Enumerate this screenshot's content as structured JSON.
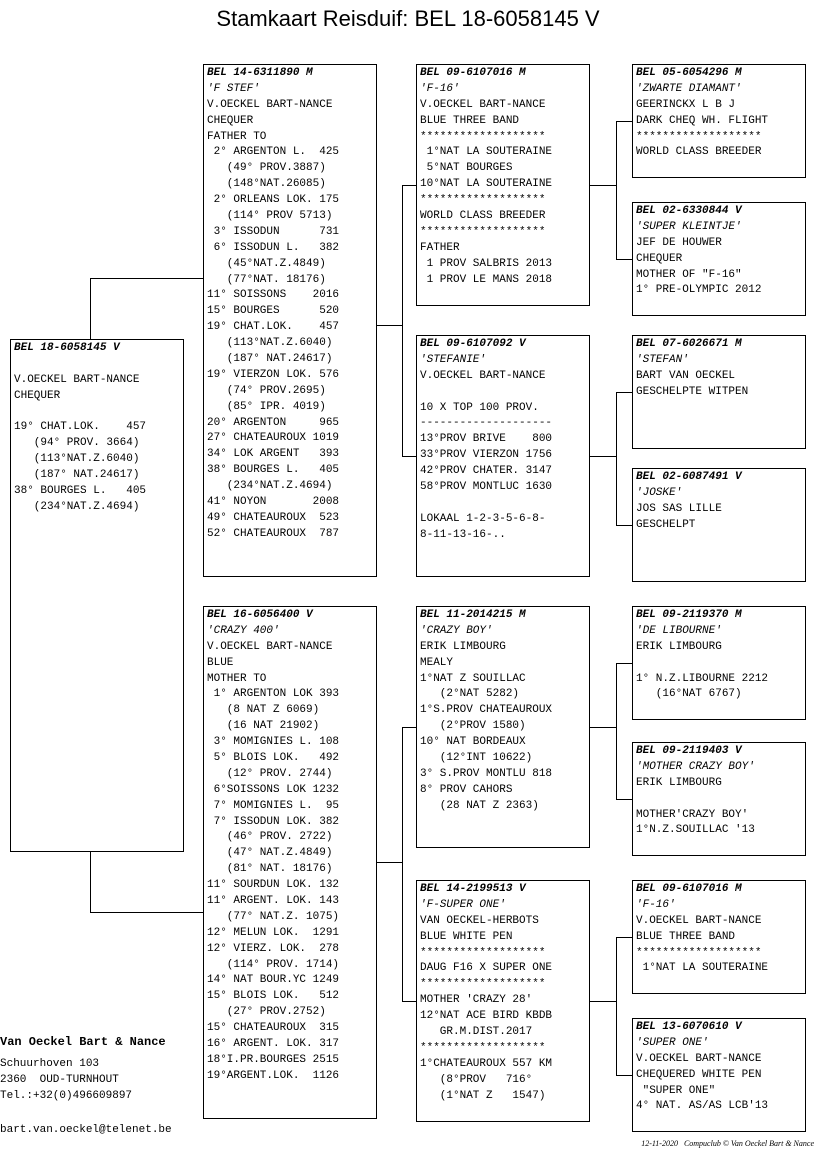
{
  "title": "Stamkaart Reisduif: BEL 18-6058145 V",
  "boxes": [
    {
      "id": "subject",
      "lines": [
        {
          "t": "BEL 18-6058145 V",
          "s": "bi"
        },
        {
          "t": ""
        },
        {
          "t": "V.OECKEL BART-NANCE"
        },
        {
          "t": "CHEQUER"
        },
        {
          "t": ""
        },
        {
          "t": "19° CHAT.LOK.    457"
        },
        {
          "t": "   (94° PROV. 3664)"
        },
        {
          "t": "   (113°NAT.Z.6040)"
        },
        {
          "t": "   (187° NAT.24617)"
        },
        {
          "t": "38° BOURGES L.   405"
        },
        {
          "t": "   (234°NAT.Z.4694)"
        }
      ]
    },
    {
      "id": "father",
      "lines": [
        {
          "t": "BEL 14-6311890 M",
          "s": "bi"
        },
        {
          "t": "'F STEF'",
          "s": "i"
        },
        {
          "t": "V.OECKEL BART-NANCE"
        },
        {
          "t": "CHEQUER"
        },
        {
          "t": "FATHER TO"
        },
        {
          "t": " 2° ARGENTON L.  425"
        },
        {
          "t": "   (49° PROV.3887)"
        },
        {
          "t": "   (148°NAT.26085)"
        },
        {
          "t": " 2° ORLEANS LOK. 175"
        },
        {
          "t": "   (114° PROV 5713)"
        },
        {
          "t": " 3° ISSODUN      731"
        },
        {
          "t": " 6° ISSODUN L.   382"
        },
        {
          "t": "   (45°NAT.Z.4849)"
        },
        {
          "t": "   (77°NAT. 18176)"
        },
        {
          "t": "11° SOISSONS    2016"
        },
        {
          "t": "15° BOURGES      520"
        },
        {
          "t": "19° CHAT.LOK.    457"
        },
        {
          "t": "   (113°NAT.Z.6040)"
        },
        {
          "t": "   (187° NAT.24617)"
        },
        {
          "t": "19° VIERZON LOK. 576"
        },
        {
          "t": "   (74° PROV.2695)"
        },
        {
          "t": "   (85° IPR. 4019)"
        },
        {
          "t": "20° ARGENTON     965"
        },
        {
          "t": "27° CHATEAUROUX 1019"
        },
        {
          "t": "34° LOK ARGENT   393"
        },
        {
          "t": "38° BOURGES L.   405"
        },
        {
          "t": "   (234°NAT.Z.4694)"
        },
        {
          "t": "41° NOYON       2008"
        },
        {
          "t": "49° CHATEAUROUX  523"
        },
        {
          "t": "52° CHATEAUROUX  787"
        }
      ]
    },
    {
      "id": "mother",
      "lines": [
        {
          "t": "BEL 16-6056400 V",
          "s": "bi"
        },
        {
          "t": "'CRAZY 400'",
          "s": "i"
        },
        {
          "t": "V.OECKEL BART-NANCE"
        },
        {
          "t": "BLUE"
        },
        {
          "t": "MOTHER TO"
        },
        {
          "t": " 1° ARGENTON LOK 393"
        },
        {
          "t": "   (8 NAT Z 6069)"
        },
        {
          "t": "   (16 NAT 21902)"
        },
        {
          "t": " 3° MOMIGNIES L. 108"
        },
        {
          "t": " 5° BLOIS LOK.   492"
        },
        {
          "t": "   (12° PROV. 2744)"
        },
        {
          "t": " 6°SOISSONS LOK 1232"
        },
        {
          "t": " 7° MOMIGNIES L.  95"
        },
        {
          "t": " 7° ISSODUN LOK. 382"
        },
        {
          "t": "   (46° PROV. 2722)"
        },
        {
          "t": "   (47° NAT.Z.4849)"
        },
        {
          "t": "   (81° NAT. 18176)"
        },
        {
          "t": "11° SOURDUN LOK. 132"
        },
        {
          "t": "11° ARGENT. LOK. 143"
        },
        {
          "t": "   (77° NAT.Z. 1075)"
        },
        {
          "t": "12° MELUN LOK.  1291"
        },
        {
          "t": "12° VIERZ. LOK.  278"
        },
        {
          "t": "   (114° PROV. 1714)"
        },
        {
          "t": "14° NAT BOUR.YC 1249"
        },
        {
          "t": "15° BLOIS LOK.   512"
        },
        {
          "t": "   (27° PROV.2752)"
        },
        {
          "t": "15° CHATEAUROUX  315"
        },
        {
          "t": "16° ARGENT. LOK. 317"
        },
        {
          "t": "18°I.PR.BOURGES 2515"
        },
        {
          "t": "19°ARGENT.LOK.  1126"
        }
      ]
    },
    {
      "id": "ff",
      "lines": [
        {
          "t": "BEL 09-6107016 M",
          "s": "bi"
        },
        {
          "t": "'F-16'",
          "s": "i"
        },
        {
          "t": "V.OECKEL BART-NANCE"
        },
        {
          "t": "BLUE THREE BAND"
        },
        {
          "t": "*******************"
        },
        {
          "t": " 1°NAT LA SOUTERAINE"
        },
        {
          "t": " 5°NAT BOURGES"
        },
        {
          "t": "10°NAT LA SOUTERAINE"
        },
        {
          "t": "*******************"
        },
        {
          "t": "WORLD CLASS BREEDER"
        },
        {
          "t": "*******************"
        },
        {
          "t": "FATHER"
        },
        {
          "t": " 1 PROV SALBRIS 2013"
        },
        {
          "t": " 1 PROV LE MANS 2018"
        }
      ]
    },
    {
      "id": "fm",
      "lines": [
        {
          "t": "BEL 09-6107092 V",
          "s": "bi"
        },
        {
          "t": "'STEFANIE'",
          "s": "i"
        },
        {
          "t": "V.OECKEL BART-NANCE"
        },
        {
          "t": ""
        },
        {
          "t": "10 X TOP 100 PROV."
        },
        {
          "t": "--------------------"
        },
        {
          "t": "13°PROV BRIVE    800"
        },
        {
          "t": "33°PROV VIERZON 1756"
        },
        {
          "t": "42°PROV CHATER. 3147"
        },
        {
          "t": "58°PROV MONTLUC 1630"
        },
        {
          "t": ""
        },
        {
          "t": "LOKAAL 1-2-3-5-6-8-"
        },
        {
          "t": "8-11-13-16-.."
        }
      ]
    },
    {
      "id": "mf",
      "lines": [
        {
          "t": "BEL 11-2014215 M",
          "s": "bi"
        },
        {
          "t": "'CRAZY BOY'",
          "s": "i"
        },
        {
          "t": "ERIK LIMBOURG"
        },
        {
          "t": "MEALY"
        },
        {
          "t": "1°NAT Z SOUILLAC"
        },
        {
          "t": "   (2°NAT 5282)"
        },
        {
          "t": "1°S.PROV CHATEAUROUX"
        },
        {
          "t": "   (2°PROV 1580)"
        },
        {
          "t": "10° NAT BORDEAUX"
        },
        {
          "t": "   (12°INT 10622)"
        },
        {
          "t": "3° S.PROV MONTLU 818"
        },
        {
          "t": "8° PROV CAHORS"
        },
        {
          "t": "   (28 NAT Z 2363)"
        }
      ]
    },
    {
      "id": "mm",
      "lines": [
        {
          "t": "BEL 14-2199513 V",
          "s": "bi"
        },
        {
          "t": "'F-SUPER ONE'",
          "s": "i"
        },
        {
          "t": "VAN OECKEL-HERBOTS"
        },
        {
          "t": "BLUE WHITE PEN"
        },
        {
          "t": "*******************"
        },
        {
          "t": "DAUG F16 X SUPER ONE"
        },
        {
          "t": "*******************"
        },
        {
          "t": "MOTHER 'CRAZY 28'"
        },
        {
          "t": "12°NAT ACE BIRD KBDB"
        },
        {
          "t": "   GR.M.DIST.2017"
        },
        {
          "t": "*******************"
        },
        {
          "t": "1°CHATEAUROUX 557 KM"
        },
        {
          "t": "   (8°PROV   716°"
        },
        {
          "t": "   (1°NAT Z   1547)"
        }
      ]
    },
    {
      "id": "fff",
      "lines": [
        {
          "t": "BEL 05-6054296 M",
          "s": "bi"
        },
        {
          "t": "'ZWARTE DIAMANT'",
          "s": "i"
        },
        {
          "t": "GEERINCKX L B J"
        },
        {
          "t": "DARK CHEQ WH. FLIGHT"
        },
        {
          "t": "*******************"
        },
        {
          "t": "WORLD CLASS BREEDER"
        }
      ]
    },
    {
      "id": "ffm",
      "lines": [
        {
          "t": "BEL 02-6330844 V",
          "s": "bi"
        },
        {
          "t": "'SUPER KLEINTJE'",
          "s": "i"
        },
        {
          "t": "JEF DE HOUWER"
        },
        {
          "t": "CHEQUER"
        },
        {
          "t": "MOTHER OF \"F-16\""
        },
        {
          "t": "1° PRE-OLYMPIC 2012"
        }
      ]
    },
    {
      "id": "fmf",
      "lines": [
        {
          "t": "BEL 07-6026671 M",
          "s": "bi"
        },
        {
          "t": "'STEFAN'",
          "s": "i"
        },
        {
          "t": "BART VAN OECKEL"
        },
        {
          "t": "GESCHELPTE WITPEN"
        }
      ]
    },
    {
      "id": "fmm",
      "lines": [
        {
          "t": "BEL 02-6087491 V",
          "s": "bi"
        },
        {
          "t": "'JOSKE'",
          "s": "i"
        },
        {
          "t": "JOS SAS LILLE"
        },
        {
          "t": "GESCHELPT"
        }
      ]
    },
    {
      "id": "mff",
      "lines": [
        {
          "t": "BEL 09-2119370 M",
          "s": "bi"
        },
        {
          "t": "'DE LIBOURNE'",
          "s": "i"
        },
        {
          "t": "ERIK LIMBOURG"
        },
        {
          "t": ""
        },
        {
          "t": "1° N.Z.LIBOURNE 2212"
        },
        {
          "t": "   (16°NAT 6767)"
        }
      ]
    },
    {
      "id": "mfm",
      "lines": [
        {
          "t": "BEL 09-2119403 V",
          "s": "bi"
        },
        {
          "t": "'MOTHER CRAZY BOY'",
          "s": "i"
        },
        {
          "t": "ERIK LIMBOURG"
        },
        {
          "t": ""
        },
        {
          "t": "MOTHER'CRAZY BOY'"
        },
        {
          "t": "1°N.Z.SOUILLAC '13"
        }
      ]
    },
    {
      "id": "mmf",
      "lines": [
        {
          "t": "BEL 09-6107016 M",
          "s": "bi"
        },
        {
          "t": "'F-16'",
          "s": "i"
        },
        {
          "t": "V.OECKEL BART-NANCE"
        },
        {
          "t": "BLUE THREE BAND"
        },
        {
          "t": "*******************"
        },
        {
          "t": " 1°NAT LA SOUTERAINE"
        }
      ]
    },
    {
      "id": "mmm",
      "lines": [
        {
          "t": "BEL 13-6070610 V",
          "s": "bi"
        },
        {
          "t": "'SUPER ONE'",
          "s": "i"
        },
        {
          "t": "V.OECKEL BART-NANCE"
        },
        {
          "t": "CHEQUERED WHITE PEN"
        },
        {
          "t": " \"SUPER ONE\""
        },
        {
          "t": "4° NAT. AS/AS LCB'13"
        }
      ]
    }
  ],
  "owner": {
    "name": "Van Oeckel Bart & Nance",
    "lines": [
      "Schuurhoven 103",
      "2360  OUD-TURNHOUT",
      "Tel.:+32(0)496609897"
    ],
    "email": "bart.van.oeckel@telenet.be"
  },
  "footer": "12-11-2020   Compuclub © Van Oeckel Bart & Nance"
}
